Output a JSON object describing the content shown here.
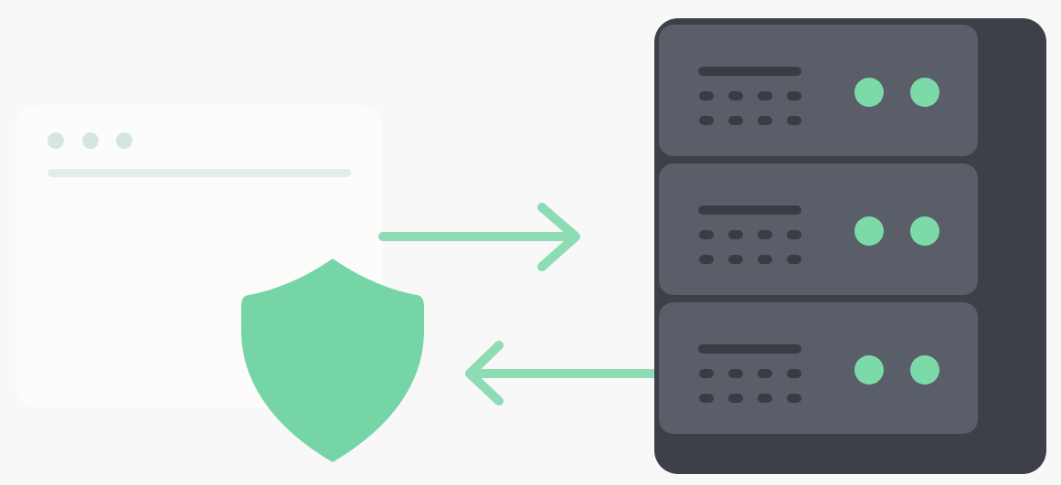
{
  "diagram": {
    "client": {
      "icon": "browser-window-icon",
      "window_dots": 3,
      "colors": {
        "window": "#fcfcfb",
        "dot": "#d5e6e2",
        "bar": "#e4eceb"
      }
    },
    "security": {
      "icon": "shield-icon",
      "color": "#76d5a6"
    },
    "connections": [
      {
        "from": "client",
        "to": "server",
        "icon": "arrow-right-icon",
        "color": "#8ddcb4"
      },
      {
        "from": "server",
        "to": "client",
        "icon": "arrow-left-icon",
        "color": "#8ddcb4"
      }
    ],
    "server": {
      "icon": "server-rack-icon",
      "unit_count": 3,
      "colors": {
        "cabinet": "#3d4047",
        "unit": "#5a5e68",
        "slot": "#3a3c43",
        "led": "#7cdaa9"
      },
      "units": [
        {
          "led_count": 2
        },
        {
          "led_count": 2
        },
        {
          "led_count": 2
        }
      ]
    }
  }
}
